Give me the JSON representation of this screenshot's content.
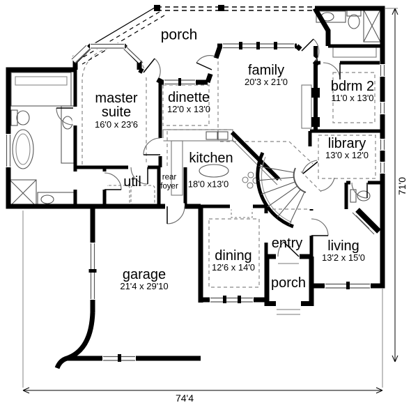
{
  "rooms": {
    "porch_top": {
      "name": "porch"
    },
    "family": {
      "name": "family",
      "dims": "20'3 x 21'0"
    },
    "bdrm2": {
      "name": "bdrm 2",
      "dims": "11'0 x 13'0"
    },
    "master": {
      "name_line1": "master",
      "name_line2": "suite",
      "dims": "16'0 x 23'6"
    },
    "dinette": {
      "name": "dinette",
      "dims": "12'0 x 13'0"
    },
    "library": {
      "name": "library",
      "dims": "13'0 x 12'0"
    },
    "kitchen": {
      "name": "kitchen",
      "dims": "18'0 x13'0"
    },
    "util": {
      "name": "util"
    },
    "rear_foyer": {
      "line1": "rear",
      "line2": "foyer"
    },
    "dining": {
      "name": "dining",
      "dims": "12'6 x 14'0"
    },
    "entry": {
      "name": "entry"
    },
    "living": {
      "name": "living",
      "dims": "13'2 x 15'0"
    },
    "porch_bottom": {
      "name": "porch"
    },
    "garage": {
      "name": "garage",
      "dims": "21'4 x 29'10"
    }
  },
  "dimensions": {
    "overall_width": "74'4",
    "overall_height": "71'0"
  },
  "colors": {
    "wall": "#000000",
    "thin_detail": "#555555",
    "ceiling_dash": "#888888",
    "background": "#ffffff"
  }
}
